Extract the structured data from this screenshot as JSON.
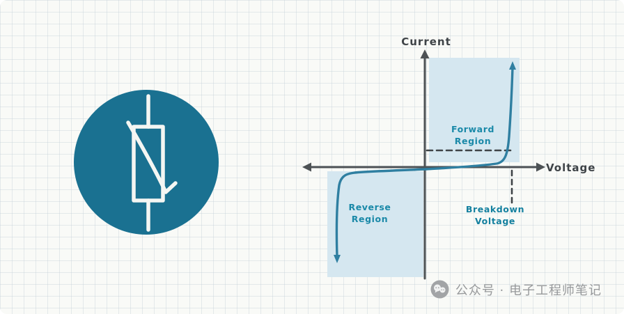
{
  "colors": {
    "background": "#f9faf7",
    "grid_line": "#c4d1da",
    "circle_fill": "#1a7191",
    "symbol_stroke": "#f4f6f3",
    "region_fill": "#d5e7f0",
    "curve_stroke": "#2f7fa1",
    "axis_stroke": "#4d5255",
    "dashed_stroke": "#3f4447",
    "teal_label": "#1a89a8",
    "watermark_gray": "#97999b"
  },
  "left_figure": {
    "icon": "varistor-symbol"
  },
  "chart": {
    "y_axis_label": "Current",
    "x_axis_label": "Voltage",
    "forward_region": {
      "line1": "Forward",
      "line2": "Region"
    },
    "reverse_region": {
      "line1": "Reverse",
      "line2": "Region"
    },
    "breakdown_voltage": {
      "line1": "Breakdown",
      "line2": "Voltage"
    }
  },
  "watermark": {
    "text": "公众号 · 电子工程师笔记"
  }
}
